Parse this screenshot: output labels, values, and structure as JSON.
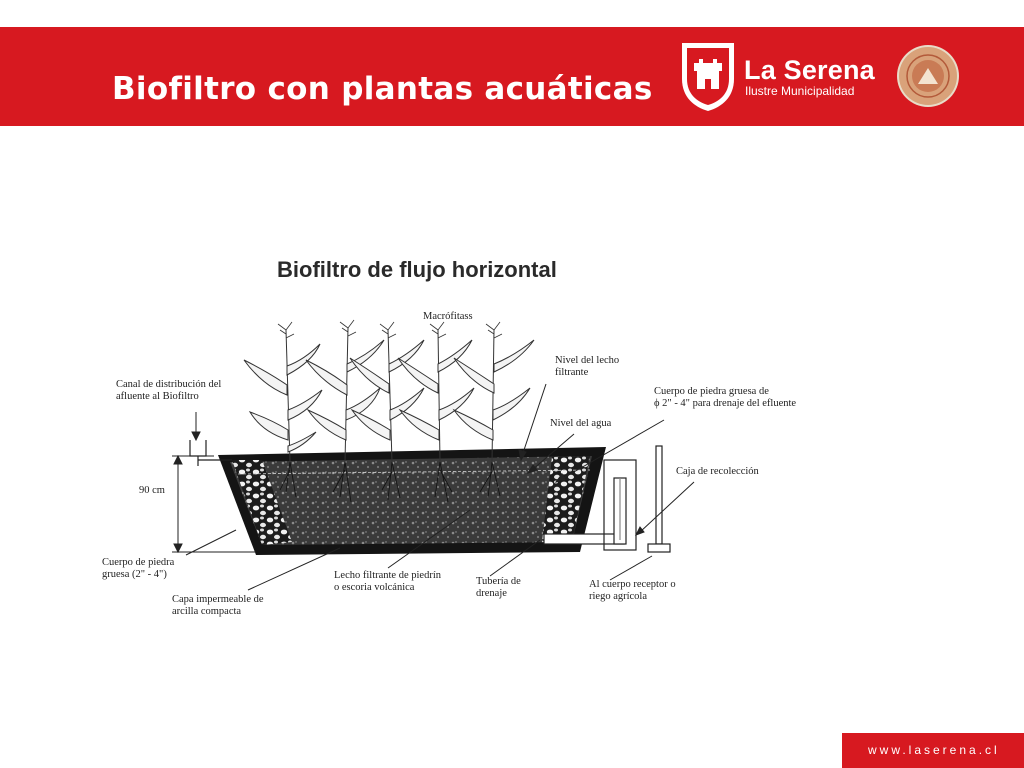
{
  "header": {
    "title": "Biofiltro con plantas acuáticas",
    "logo_name": "La Serena",
    "logo_subtitle": "Ilustre Municipalidad",
    "brand_color": "#d71920"
  },
  "diagram": {
    "title": "Biofiltro de flujo horizontal",
    "labels": {
      "macrofitas": "Macrófitass",
      "nivel_lecho": "Nivel del lecho\nfiltrante",
      "nivel_agua": "Nivel del agua",
      "cuerpo_drenaje": "Cuerpo de piedra gruesa de\nϕ 2\" - 4\" para drenaje del efluente",
      "canal": "Canal de distribución del\nafluente al Biofiltro",
      "caja": "Caja de recolección",
      "altura": "90 cm",
      "cuerpo_piedra": "Cuerpo de piedra\ngruesa (2\" - 4\")",
      "capa": "Capa impermeable de\narcilla compacta",
      "lecho": "Lecho filtrante de piedrín\no escoria volcánica",
      "tuberia": "Tubería de\ndrenaje",
      "cuerpo_receptor": "Al cuerpo receptor o\nriego agrícola"
    }
  },
  "footer": {
    "url": "www.laserena.cl"
  }
}
